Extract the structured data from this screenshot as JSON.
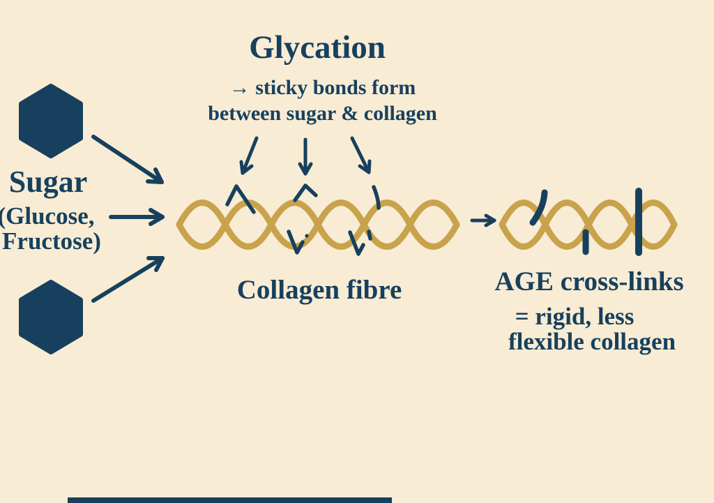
{
  "colors": {
    "background": "#F8ECD4",
    "ink_navy": "#17405E",
    "rope_gold": "#C9A24C"
  },
  "diagram": {
    "title": "Glycation",
    "subtitle_line1": "→ sticky bonds form",
    "subtitle_line2": "between sugar & collagen",
    "sugar": {
      "label": "Sugar",
      "sublabel_line1": "(Glucose,",
      "sublabel_line2": "Fructose)"
    },
    "collagen": {
      "label": "Collagen fibre"
    },
    "age": {
      "label": "AGE cross-links",
      "sublabel_line1": "= rigid, less",
      "sublabel_line2": "flexible collagen"
    },
    "icons": {
      "sugar_molecule_top": "hexagon",
      "sugar_molecule_bottom": "hexagon",
      "transform_arrow": "right-arrow",
      "sticky_bonds": "chevron-marks",
      "age_crosslinks": "vertical-bar-marks"
    }
  }
}
